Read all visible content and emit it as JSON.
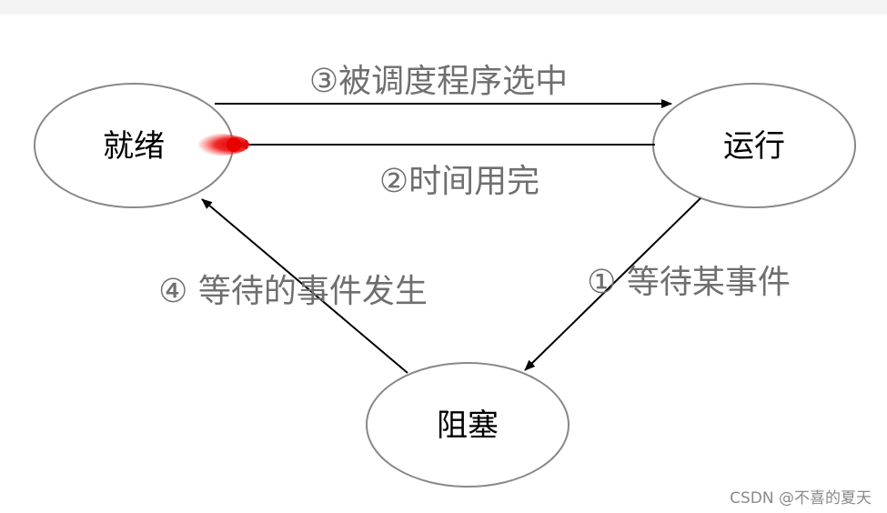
{
  "diagram": {
    "nodes": {
      "ready": "就绪",
      "running": "运行",
      "blocked": "阻塞"
    },
    "edges": {
      "scheduled": "③被调度程序选中",
      "timeout": "②时间用完",
      "wait_event": "① 等待某事件",
      "event_occurred": "④ 等待的事件发生"
    },
    "colors": {
      "node_stroke": "#888888",
      "edge_line": "#000000",
      "edge_label": "#6f6f6f",
      "cursor_dot": "#e60000"
    }
  },
  "watermark": "CSDN @不喜的夏天"
}
